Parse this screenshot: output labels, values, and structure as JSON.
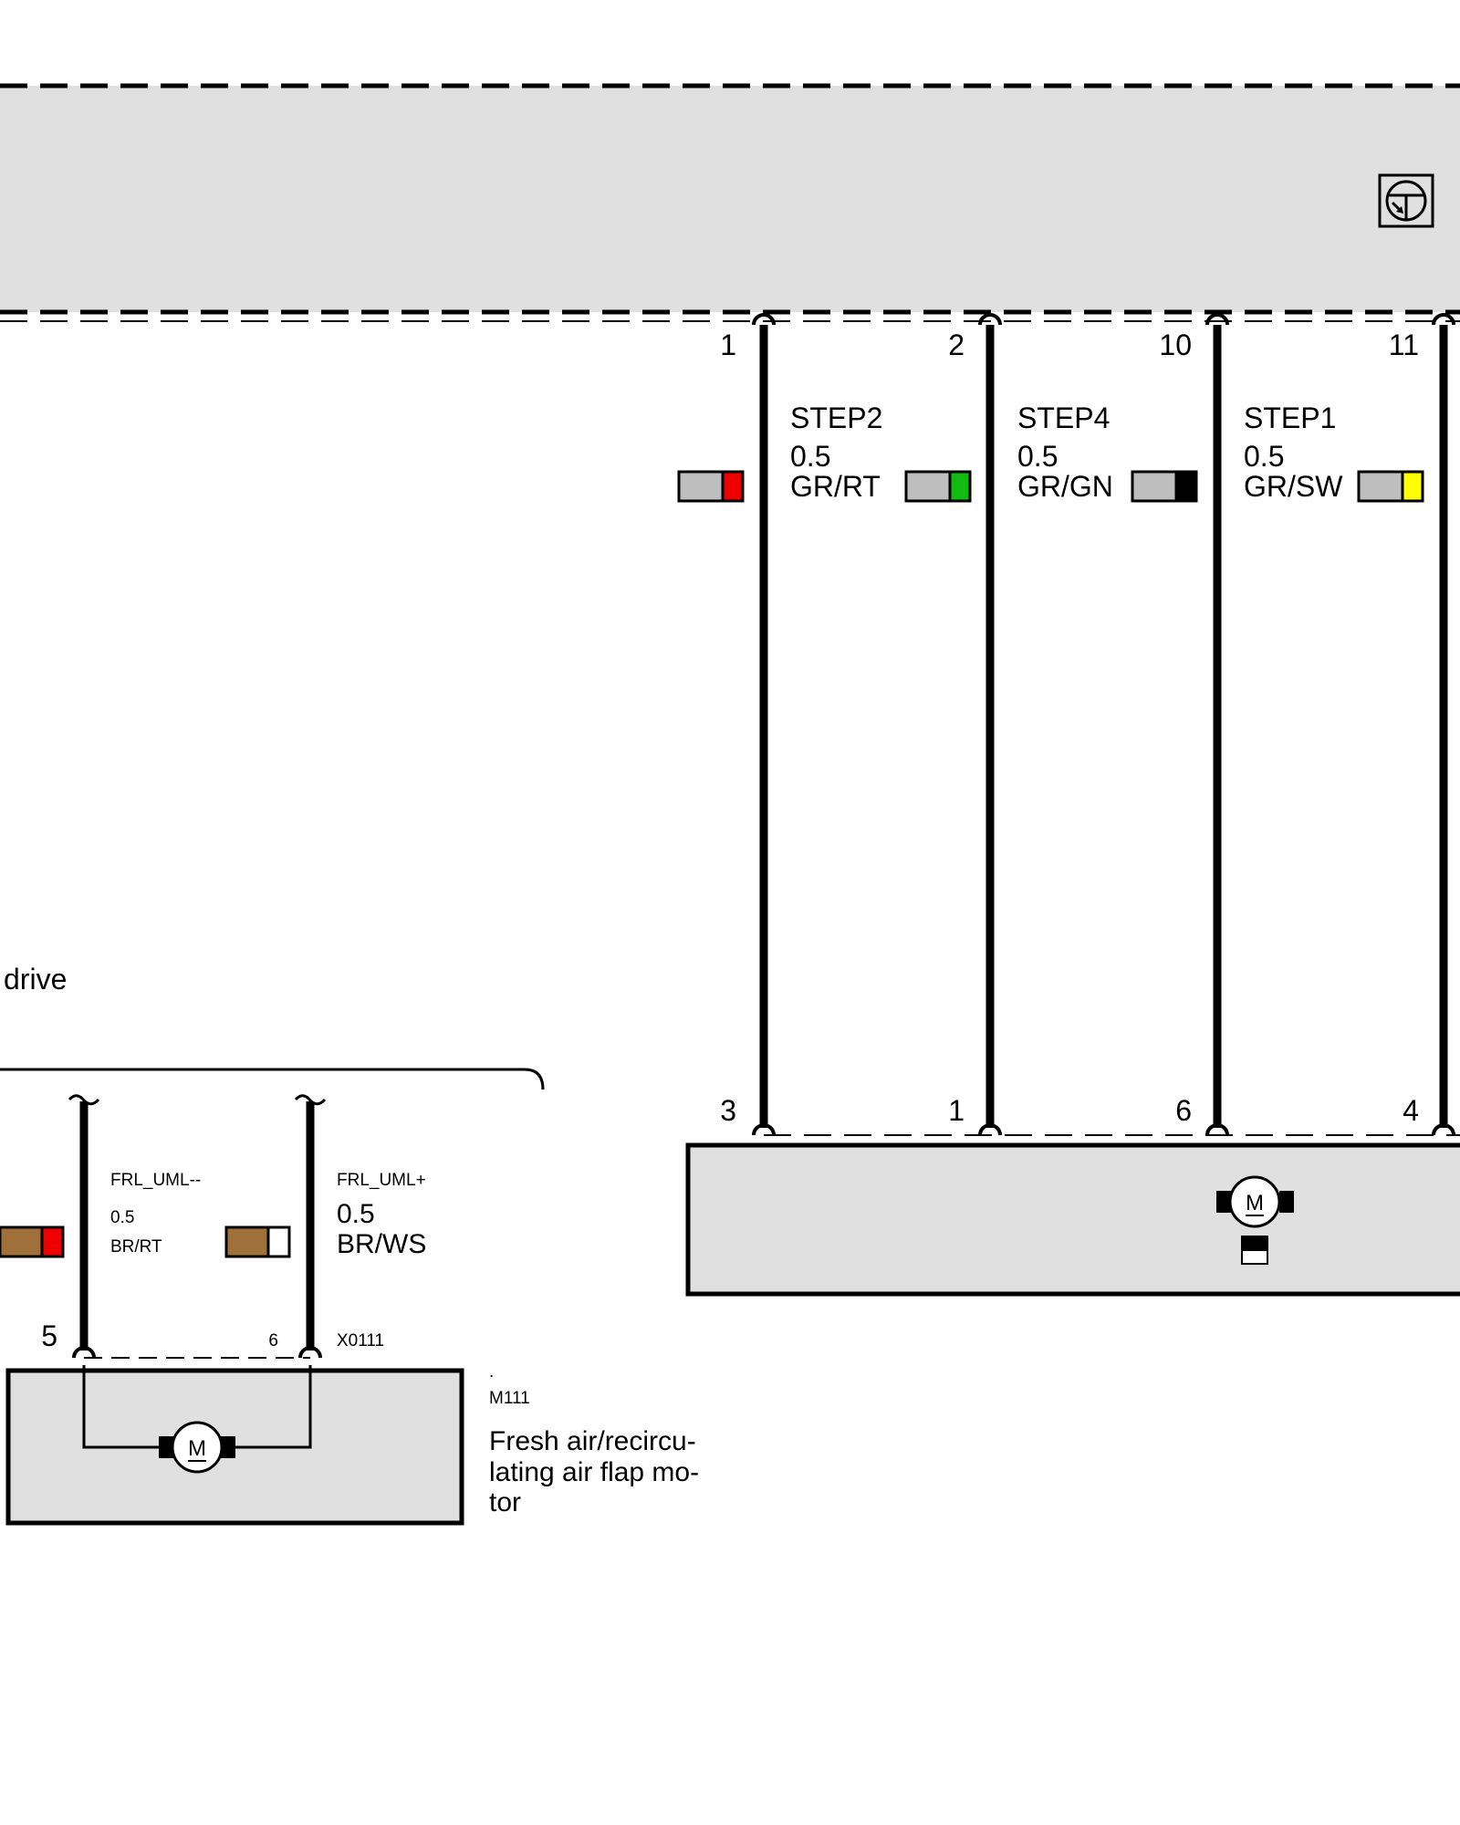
{
  "colors": {
    "module_fill": "#e0e0e0",
    "gray": "#bebebe",
    "brown": "#a0703a",
    "red": "#ee0000",
    "green": "#11bb11",
    "black": "#000000",
    "yellow": "#ffff00",
    "white": "#ffffff"
  },
  "control_unit": {
    "icon": "transistor-icon",
    "pins": [
      {
        "number": "1"
      },
      {
        "number": "2",
        "signal": "STEP2",
        "gauge": "0.5",
        "color_code": "GR/RT"
      },
      {
        "number": "10",
        "signal": "STEP4",
        "gauge": "0.5",
        "color_code": "GR/GN"
      },
      {
        "number": "11",
        "signal": "STEP1",
        "gauge": "0.5",
        "color_code": "GR/SW"
      }
    ]
  },
  "stepper_motor": {
    "icon": "motor-icon",
    "pins": [
      "3",
      "1",
      "6",
      "4"
    ]
  },
  "left_section": {
    "partial_label": "drive"
  },
  "flap_motor": {
    "pins": [
      "5",
      "6"
    ],
    "connector": "X0111",
    "dot": ".",
    "component_id": "M111",
    "description_lines": [
      "Fresh air/recircu-",
      "lating air flap mo-",
      "tor"
    ],
    "icon": "motor-icon",
    "wires": [
      {
        "signal": "FRL_UML--",
        "gauge": "0.5",
        "color_code": "BR/RT"
      },
      {
        "signal": "FRL_UML+",
        "gauge": "0.5",
        "color_code": "BR/WS"
      }
    ]
  }
}
